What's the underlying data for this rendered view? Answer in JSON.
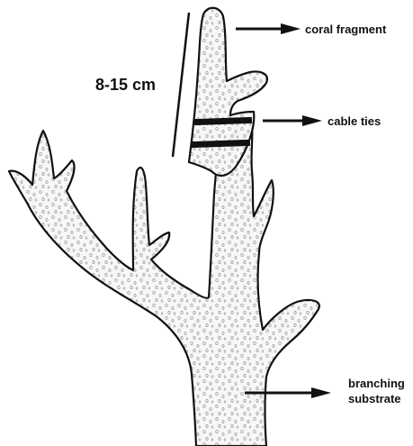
{
  "diagram": {
    "measurement_label": "8-15 cm",
    "labels": {
      "coral_fragment": "coral fragment",
      "cable_ties": "cable ties",
      "branching_substrate_line1": "branching",
      "branching_substrate_line2": "substrate"
    },
    "colors": {
      "outline": "#111111",
      "fill": "#f7f7f7",
      "speckle": "#9a9a9a"
    }
  }
}
